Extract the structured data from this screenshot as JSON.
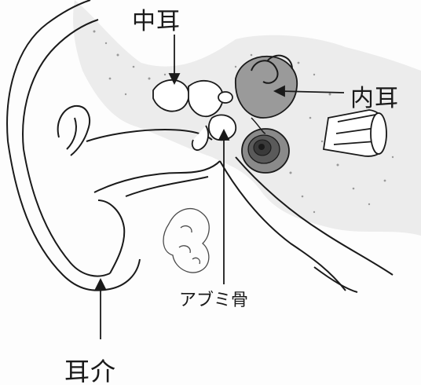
{
  "labels": {
    "middle_ear": "中耳",
    "inner_ear": "内耳",
    "stapes": "アブミ骨",
    "pinna": "耳介"
  },
  "colors": {
    "ink": "#1a1a1a",
    "bone_shade": "#e9e9e9",
    "cochlea_shade": "#8a8a8a",
    "cochlea_dark": "#4a4a4a"
  }
}
